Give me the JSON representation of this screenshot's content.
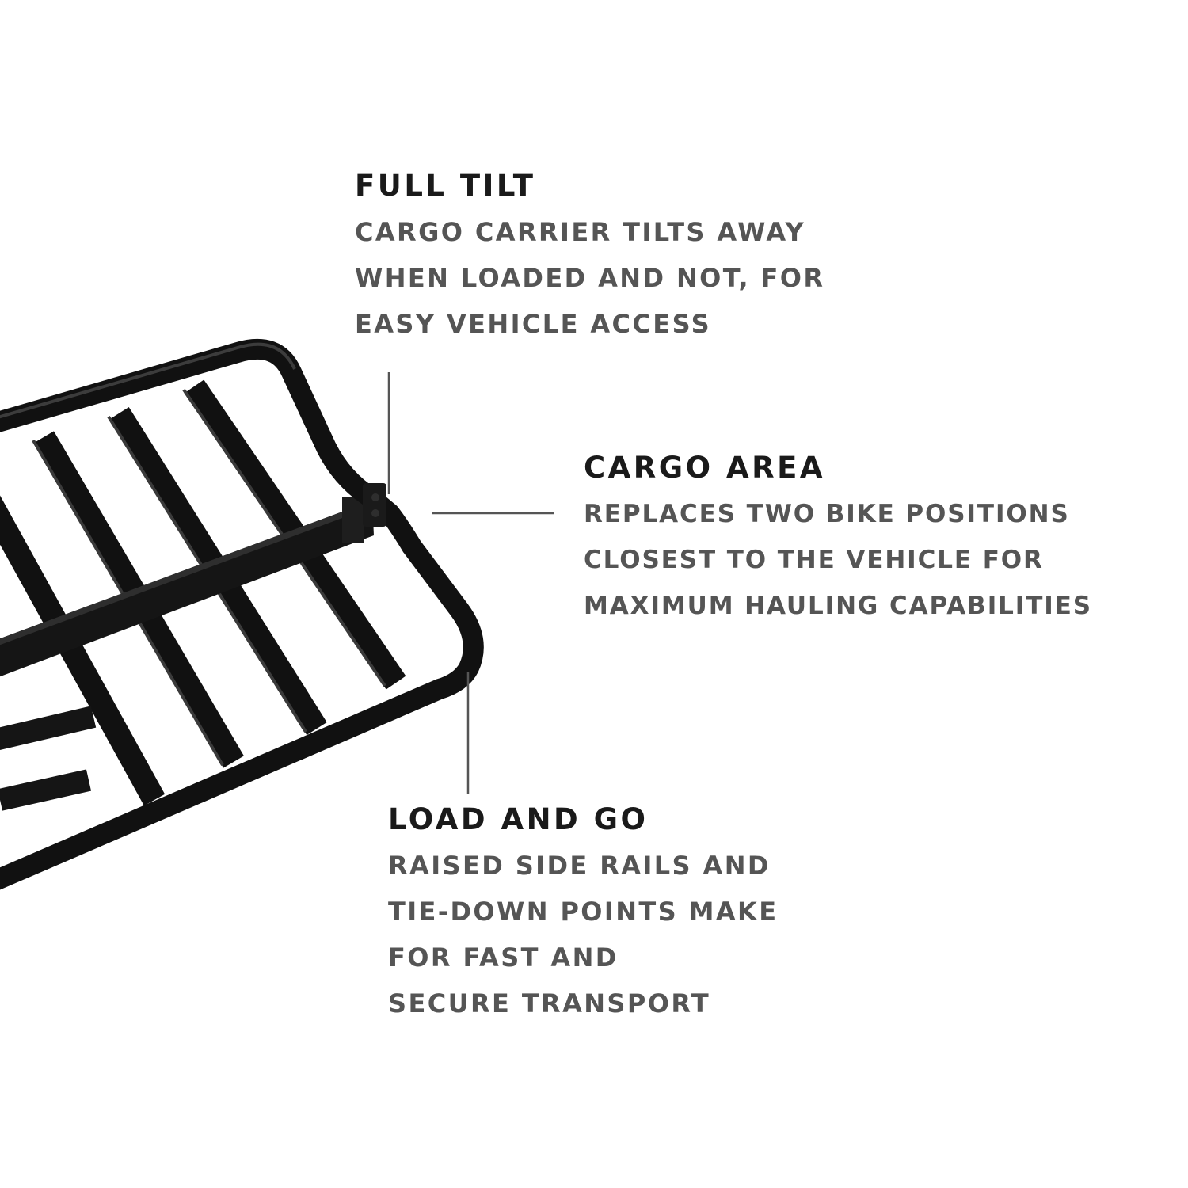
{
  "callouts": [
    {
      "title": "FULL TILT",
      "lines": [
        "CARGO CARRIER TILTS AWAY",
        "WHEN LOADED AND NOT, FOR",
        "EASY VEHICLE ACCESS"
      ]
    },
    {
      "title": "CARGO AREA",
      "lines": [
        "REPLACES TWO BIKE POSITIONS",
        "CLOSEST TO THE VEHICLE FOR",
        "MAXIMUM HAULING CAPABILITIES"
      ]
    },
    {
      "title": "LOAD AND GO",
      "lines": [
        "RAISED SIDE RAILS AND",
        "TIE-DOWN POINTS MAKE",
        "FOR FAST AND",
        "SECURE TRANSPORT"
      ]
    }
  ],
  "colors": {
    "background": "#ffffff",
    "title_text": "#1a1a1a",
    "body_text": "#555555",
    "leader_line": "#555555",
    "carrier_metal": "#111111"
  }
}
